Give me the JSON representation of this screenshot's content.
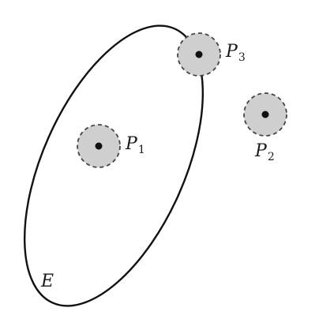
{
  "labels": {
    "ellipse": "E",
    "p1_letter": "P",
    "p1_sub": "1",
    "p2_letter": "P",
    "p2_sub": "2",
    "p3_letter": "P",
    "p3_sub": "3"
  },
  "colors": {
    "stroke": "#111111",
    "disk_fill": "#cfcfcf",
    "disk_dash": "#444444",
    "point": "#111111"
  }
}
